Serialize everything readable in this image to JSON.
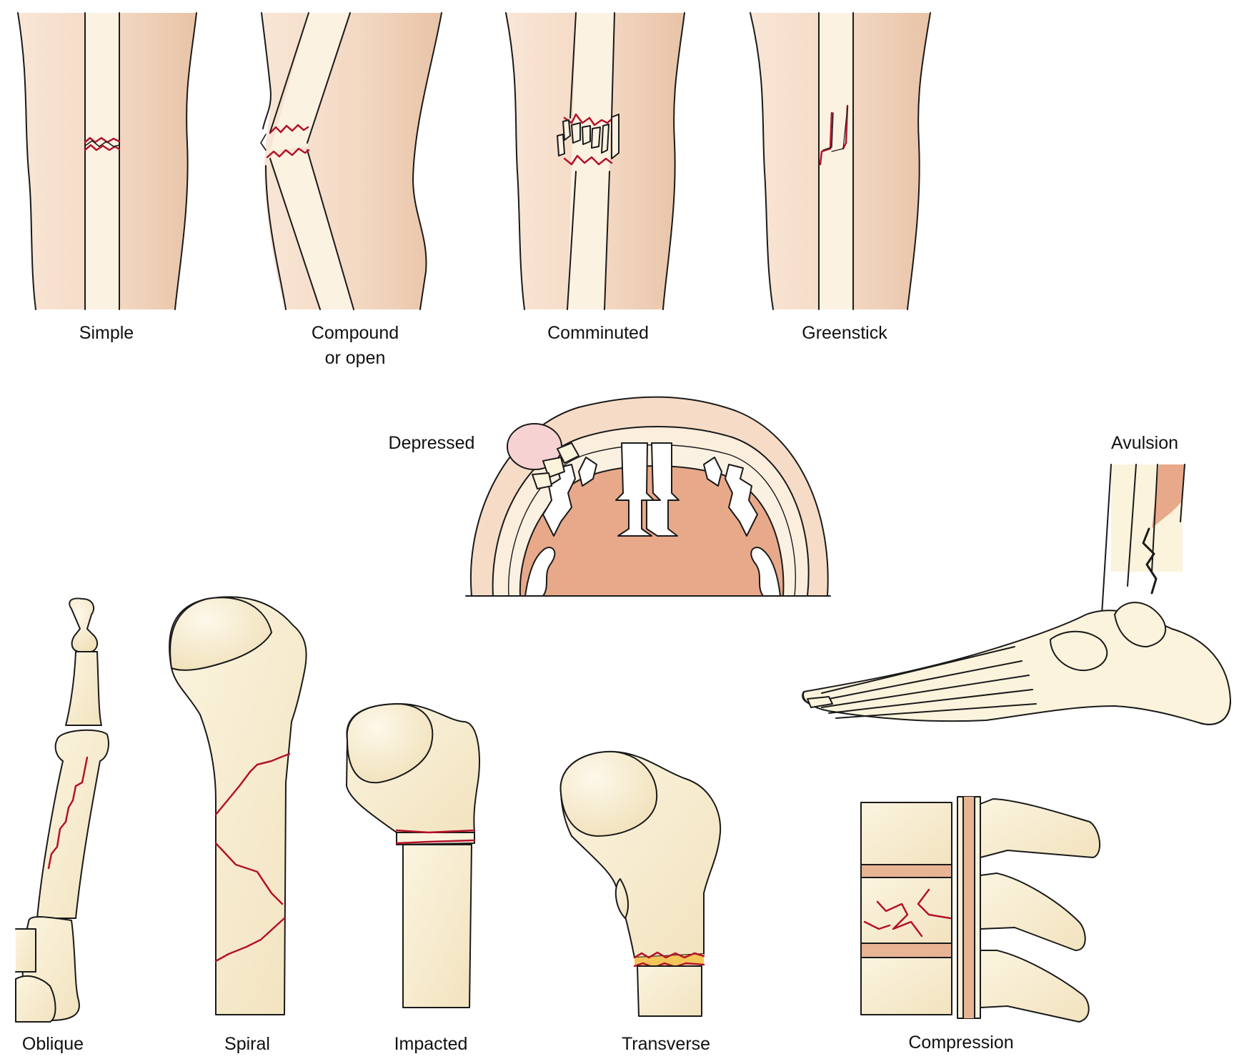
{
  "labels": {
    "simple": "Simple",
    "compound_line1": "Compound",
    "compound_line2": "or open",
    "comminuted": "Comminuted",
    "greenstick": "Greenstick",
    "depressed": "Depressed",
    "avulsion": "Avulsion",
    "oblique": "Oblique",
    "spiral": "Spiral",
    "impacted": "Impacted",
    "transverse": "Transverse",
    "compression": "Compression"
  },
  "colors": {
    "skin_light": "#f7e1cf",
    "skin_dark": "#e9c2a6",
    "bone": "#fbf3dc",
    "bone_shade": "#f1e4c0",
    "fracture": "#b3132b",
    "brain": "#e8a98a",
    "disc": "#e7b494",
    "outline": "#1a1a1a"
  }
}
